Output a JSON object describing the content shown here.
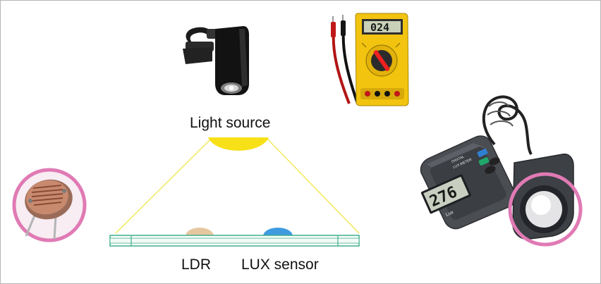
{
  "labels": {
    "light_source": "Light source",
    "ldr": "LDR",
    "lux_sensor": "LUX sensor"
  },
  "multimeter": {
    "display": "024"
  },
  "lux_meter": {
    "display": "276",
    "unit": "Lux"
  },
  "icons": [
    "torch-icon",
    "multimeter-icon",
    "ldr-component-icon",
    "lux-meter-icon"
  ],
  "colors": {
    "light": "#f7e017",
    "beam": "#f2e85c",
    "platform": "#3cae8a",
    "ldr_dot": "#e6c8a0",
    "lux_dot": "#3f9be0",
    "highlight_ring": "#e07ab4",
    "meter_body": "#f2c40f",
    "lux_body": "#4a4d52"
  }
}
